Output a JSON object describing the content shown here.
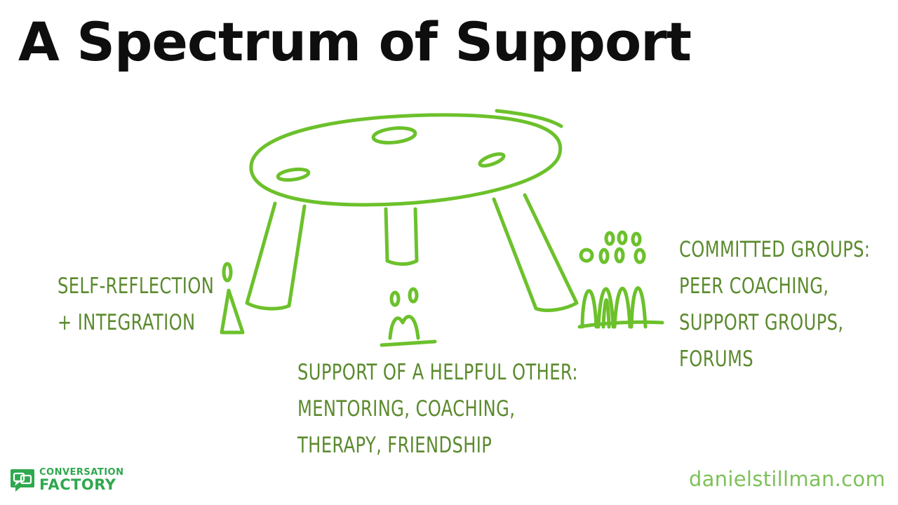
{
  "title": "A Spectrum of Support",
  "labels": {
    "self": [
      "SELF-REFLECTION",
      "+ INTEGRATION"
    ],
    "other": [
      "SUPPORT OF A HELPFUL OTHER:",
      "MENTORING, COACHING,",
      "THERAPY, FRIENDSHIP"
    ],
    "groups": [
      "COMMITTED GROUPS:",
      "PEER COACHING,",
      "SUPPORT GROUPS,",
      "FORUMS"
    ]
  },
  "logo": {
    "top": "CONVERSATION",
    "bottom": "FACTORY"
  },
  "website": "danielstillman.com",
  "colors": {
    "sketch": "#6cc12b",
    "label": "#5b8a2e",
    "title": "#0e0e0e",
    "logo": "#2fa84f",
    "website": "#7ec15a"
  }
}
